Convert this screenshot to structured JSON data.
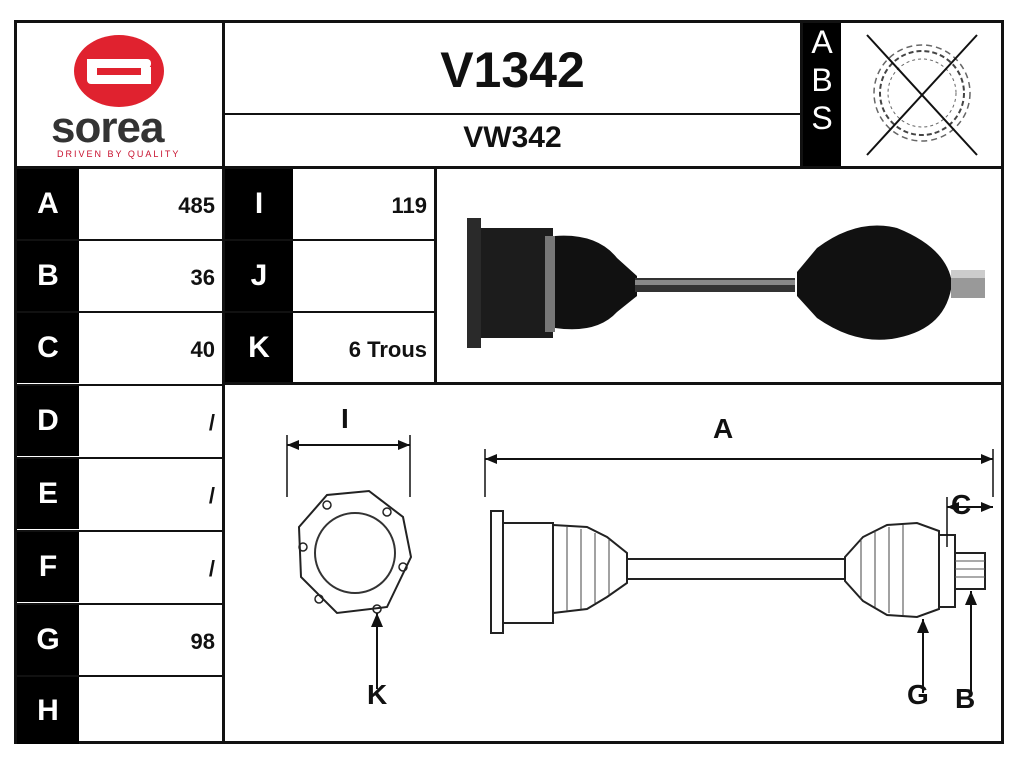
{
  "brand": {
    "name": "sorea",
    "tagline": "DRIVEN BY QUALITY",
    "color": "#e0222f"
  },
  "header": {
    "part_number": "V1342",
    "reference": "VW342",
    "abs_letters": [
      "A",
      "B",
      "S"
    ]
  },
  "specs_left": [
    {
      "letter": "A",
      "value": "485"
    },
    {
      "letter": "B",
      "value": "36"
    },
    {
      "letter": "C",
      "value": "40"
    },
    {
      "letter": "D",
      "value": "/"
    },
    {
      "letter": "E",
      "value": "/"
    },
    {
      "letter": "F",
      "value": "/"
    },
    {
      "letter": "G",
      "value": "98"
    },
    {
      "letter": "H",
      "value": ""
    }
  ],
  "specs_mid": [
    {
      "letter": "I",
      "value": "119"
    },
    {
      "letter": "J",
      "value": ""
    },
    {
      "letter": "K",
      "value": "6 Trous"
    }
  ],
  "diagram_labels": {
    "i": "I",
    "a": "A",
    "c": "C",
    "k": "K",
    "g": "G",
    "b": "B"
  }
}
